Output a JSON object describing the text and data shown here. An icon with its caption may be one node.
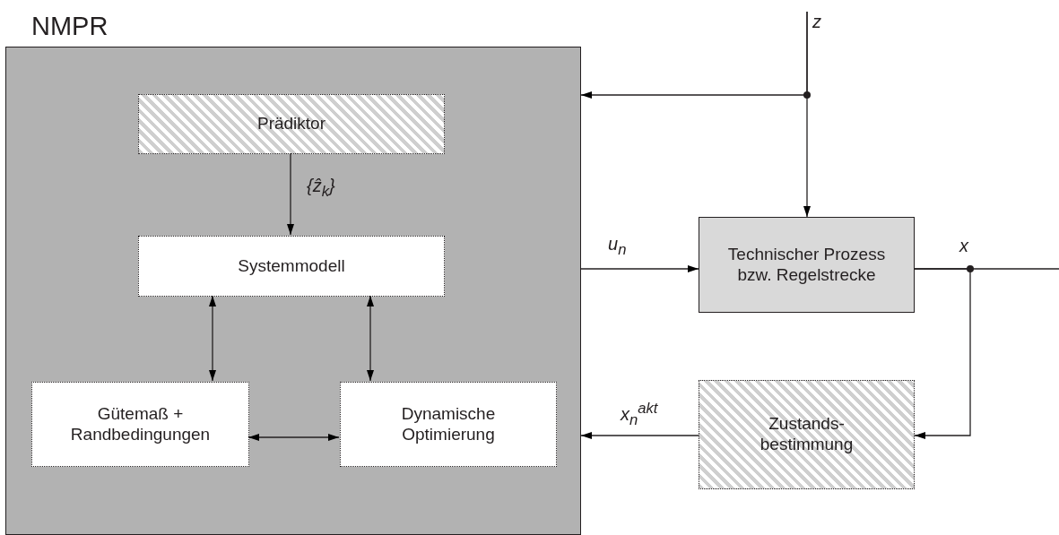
{
  "diagram": {
    "nodes": [
      {
        "text": [
          "NMPR"
        ]
      },
      {
        "text": [
          "Prädiktor"
        ],
        "in": 0
      },
      {
        "text": [
          "Systemmodell"
        ],
        "in": 0
      },
      {
        "text": [
          "Gütemaß + Randbedingungen"
        ],
        "in": 0
      },
      {
        "text": [
          "Dynamische Optimierung"
        ],
        "in": 0
      },
      {
        "text": [
          "Technischer Prozess bzw. Regelstrecke"
        ]
      },
      {
        "text": [
          "Zustands- bestimmung"
        ]
      }
    ],
    "edges": [
      {
        "from": null,
        "to": 0,
        "arrow": "to",
        "label": "z"
      },
      {
        "from": null,
        "to": 5,
        "arrow": "to"
      },
      {
        "from": 1,
        "to": 2,
        "arrow": "to",
        "label": "{ẑ$_{k}$}"
      },
      {
        "from": 2,
        "to": 3,
        "arrow": "both"
      },
      {
        "from": 2,
        "to": 4,
        "arrow": "both"
      },
      {
        "from": 3,
        "to": 4,
        "arrow": "both"
      },
      {
        "from": 0,
        "to": 5,
        "arrow": "to",
        "label": "u$_{n}$"
      },
      {
        "from": 5,
        "to": null,
        "arrow": "none",
        "label": "x"
      },
      {
        "from": 5,
        "to": 6,
        "arrow": "to"
      },
      {
        "from": 6,
        "to": 0,
        "arrow": "to",
        "label": "x$_{n}$$^{akt}$"
      }
    ]
  }
}
